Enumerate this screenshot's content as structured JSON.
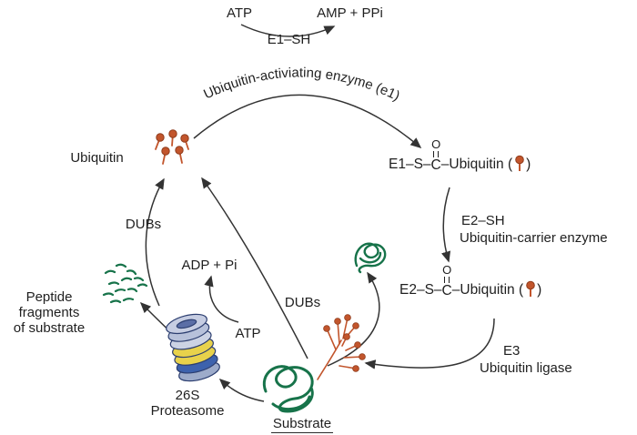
{
  "figure": {
    "description": "Ubiquitin-proteasome degradation pathway diagram"
  },
  "labels": {
    "atp_top": "ATP",
    "amp_ppi": "AMP + PPi",
    "e1_sh": "E1–SH",
    "activating_enzyme_arc": "Ubiquitin-activiating enzyme (e1)",
    "ubiquitin": "Ubiquitin",
    "e2_sh": "E2–SH",
    "carrier_enzyme": "Ubiquitin-carrier enzyme",
    "e3": "E3",
    "ubiquitin_ligase": "Ubiquitin ligase",
    "dubs_left": "DUBs",
    "dubs_mid": "DUBs",
    "adp_pi": "ADP + Pi",
    "atp_bottom": "ATP",
    "proteasome_name_line1": "26S",
    "proteasome_name_line2": "Proteasome",
    "peptide_line1": "Peptide",
    "peptide_line2": "fragments",
    "peptide_line3": "of substrate",
    "substrate": "Substrate"
  },
  "conjugate": {
    "o": "O",
    "c": "C",
    "e1_prefix": "E1–S–",
    "e2_prefix": "E2–S–",
    "suffix": "–Ubiquitin (",
    "close": ")"
  },
  "colors": {
    "arrow": "#333333",
    "text": "#1f1f1f",
    "ubiquitin_orange": "#c2552c",
    "ubiquitin_orange_dark": "#8f3c1c",
    "substrate_green": "#17734a",
    "proteasome_blue": "#3d62ad",
    "proteasome_yellow": "#e8d24b",
    "proteasome_light": "#c6cde2",
    "proteasome_outline": "#2c3e70"
  }
}
